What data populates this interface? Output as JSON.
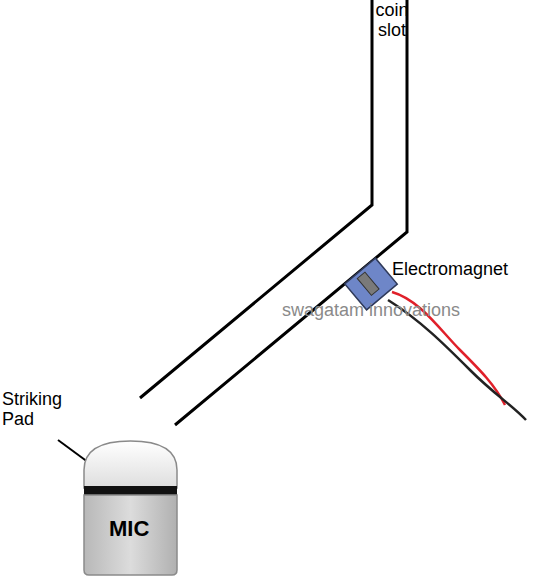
{
  "diagram": {
    "nodes": [
      {
        "text": [
          "MIC"
        ]
      }
    ],
    "labels": [
      "coin slot",
      "Electromagnet",
      "swagatam innovations",
      "Striking Pad"
    ]
  }
}
